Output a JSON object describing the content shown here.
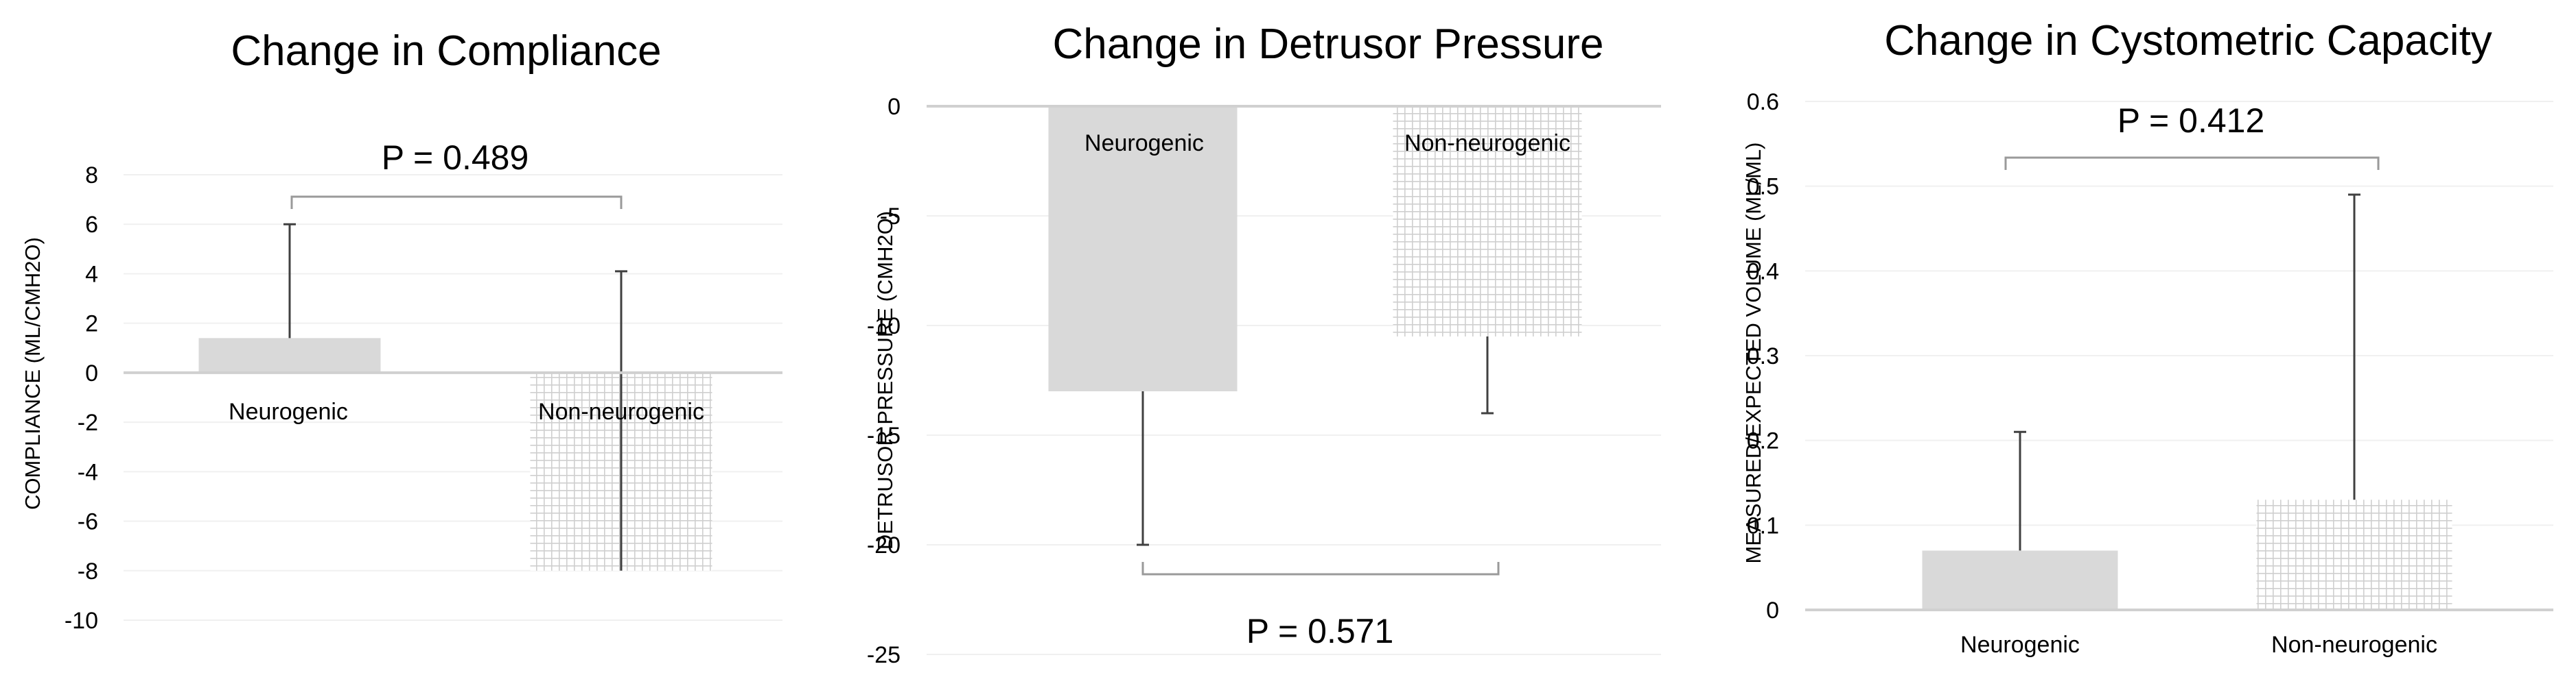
{
  "colors": {
    "neurogenic_fill": "#d9d9d9",
    "non_neurogenic_grid": "#cfcfcf",
    "axis_line": "#d0d0d0",
    "gridline": "#f0f0f0",
    "error_bar": "#404040",
    "bracket": "#9a9a9a",
    "text": "#000000"
  },
  "chart_data": [
    {
      "type": "bar",
      "title": "Change in Compliance",
      "ylabel": "COMPLIANCE (ML/CMH2O)",
      "xlabel": "",
      "categories": [
        "Neurogenic",
        "Non-neurogenic"
      ],
      "values": [
        1.4,
        -8.0
      ],
      "error_ends": [
        6.0,
        4.1
      ],
      "ylim": [
        -10,
        8
      ],
      "yticks": [
        "8",
        "6",
        "4",
        "2",
        "0",
        "-2",
        "-4",
        "-6",
        "-8",
        "-10"
      ],
      "grid": true,
      "legend": "none",
      "annotation": "P = 0.489"
    },
    {
      "type": "bar",
      "title": "Change in Detrusor Pressure",
      "ylabel": "DETRUSOR PRESSURE (CMH2O)",
      "xlabel": "",
      "categories": [
        "Neurogenic",
        "Non-neurogenic"
      ],
      "values": [
        -13.0,
        -10.5
      ],
      "error_ends": [
        -20.0,
        -14.0
      ],
      "ylim": [
        -25,
        0
      ],
      "yticks": [
        "0",
        "-5",
        "-10",
        "-15",
        "-20",
        "-25"
      ],
      "grid": true,
      "legend": "none",
      "annotation": "P = 0.571"
    },
    {
      "type": "bar",
      "title": "Change in Cystometric Capacity",
      "ylabel": "MEASURED/EXPECTED VOLUME (ML/ML)",
      "xlabel": "",
      "categories": [
        "Neurogenic",
        "Non-neurogenic"
      ],
      "values": [
        0.07,
        0.13
      ],
      "error_ends": [
        0.21,
        0.49
      ],
      "ylim": [
        0,
        0.6
      ],
      "yticks": [
        "0.6",
        "0.5",
        "0.4",
        "0.3",
        "0.2",
        "0.1",
        "0"
      ],
      "grid": true,
      "legend": "none",
      "annotation": "P = 0.412"
    }
  ]
}
